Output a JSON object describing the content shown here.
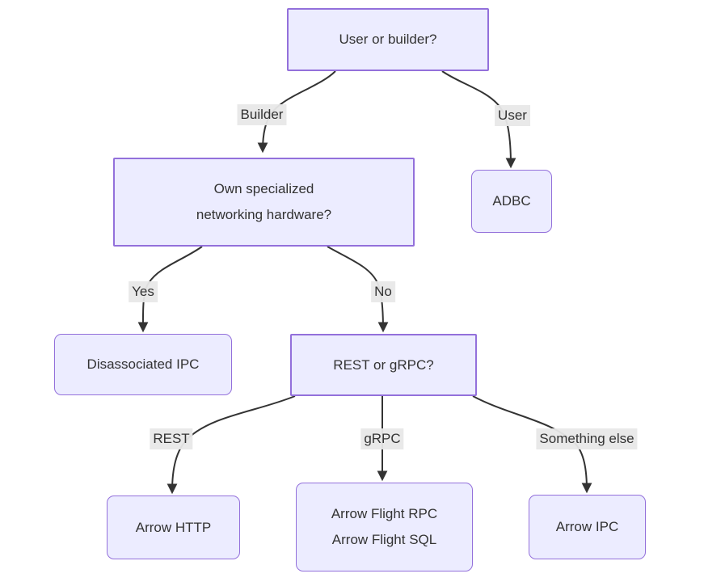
{
  "diagram": {
    "type": "flowchart",
    "colors": {
      "node_fill": "#ECECFF",
      "node_border": "#9370DB",
      "edge_stroke": "#333333",
      "edge_label_background": "#e8e8e8",
      "text": "#333333",
      "background": "#ffffff"
    },
    "nodes": {
      "root": {
        "label": "User or builder?",
        "shape": "rectangle"
      },
      "hardware": {
        "lines": [
          "Own specialized",
          "networking hardware?"
        ],
        "shape": "rectangle"
      },
      "adbc": {
        "label": "ADBC",
        "shape": "rounded"
      },
      "disassociated_ipc": {
        "label": "Disassociated IPC",
        "shape": "rounded"
      },
      "rest_or_grpc": {
        "label": "REST or gRPC?",
        "shape": "rectangle"
      },
      "arrow_http": {
        "label": "Arrow HTTP",
        "shape": "rounded"
      },
      "arrow_flight": {
        "lines": [
          "Arrow Flight RPC",
          "Arrow Flight SQL"
        ],
        "shape": "rounded"
      },
      "arrow_ipc": {
        "label": "Arrow IPC",
        "shape": "rounded"
      }
    },
    "edges": {
      "builder": {
        "from": "root",
        "to": "hardware",
        "label": "Builder"
      },
      "user": {
        "from": "root",
        "to": "adbc",
        "label": "User"
      },
      "yes": {
        "from": "hardware",
        "to": "disassociated_ipc",
        "label": "Yes"
      },
      "no": {
        "from": "hardware",
        "to": "rest_or_grpc",
        "label": "No"
      },
      "rest": {
        "from": "rest_or_grpc",
        "to": "arrow_http",
        "label": "REST"
      },
      "grpc": {
        "from": "rest_or_grpc",
        "to": "arrow_flight",
        "label": "gRPC"
      },
      "something_else": {
        "from": "rest_or_grpc",
        "to": "arrow_ipc",
        "label": "Something else"
      }
    }
  }
}
